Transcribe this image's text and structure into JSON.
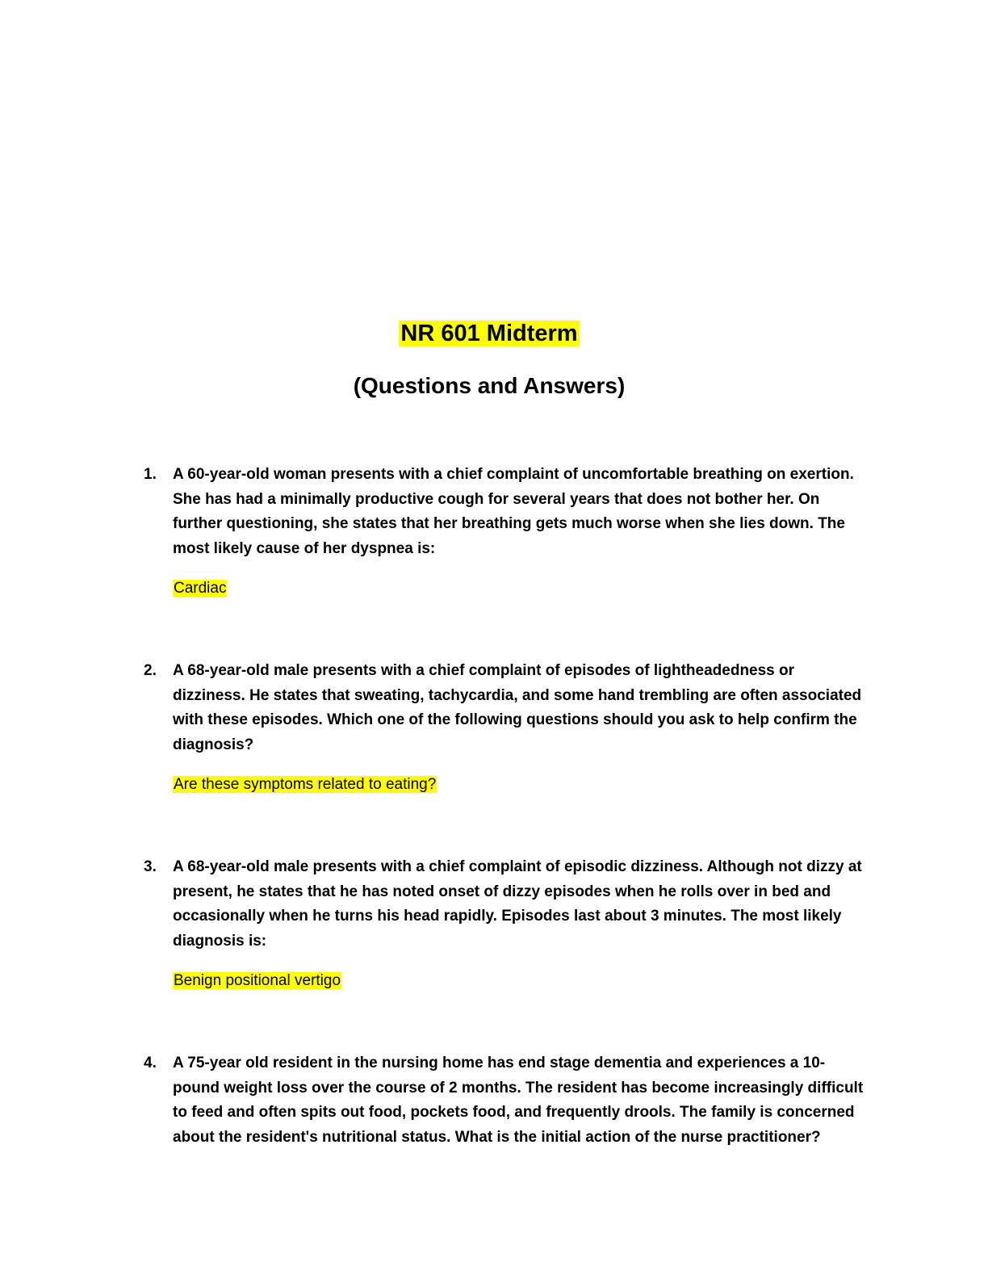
{
  "document": {
    "title": "NR 601 Midterm",
    "subtitle": "(Questions and Answers)"
  },
  "questions": [
    {
      "number": "1.",
      "text": "A 60-year-old woman presents with a chief complaint of uncomfortable breathing on exertion. She has had a minimally productive cough for several years that does not bother her. On further questioning, she states that her breathing gets much worse when she lies down. The most likely cause of her dyspnea is:",
      "answer": "Cardiac"
    },
    {
      "number": "2.",
      "text": "A 68-year-old male presents with a chief complaint of episodes of lightheadedness or dizziness. He states that sweating, tachycardia, and some hand trembling are often associated with these episodes. Which one of the following questions should you ask to help confirm the diagnosis?",
      "answer": "Are these symptoms related to eating?"
    },
    {
      "number": "3.",
      "text": "A 68-year-old male presents with a chief complaint of episodic dizziness. Although not dizzy at present, he states that he has noted onset of dizzy episodes when he rolls over in bed and occasionally when he turns his head rapidly. Episodes last about 3 minutes. The most likely diagnosis is:",
      "answer": "Benign positional vertigo"
    },
    {
      "number": "4.",
      "text": "A 75-year old resident in the nursing home has end stage dementia and experiences a 10-pound weight loss over the course of 2 months. The resident has become increasingly difficult to feed and often spits out food, pockets food, and frequently drools. The family is concerned about the resident's nutritional status. What is the initial action of the nurse practitioner?",
      "answer": ""
    }
  ],
  "colors": {
    "highlight": "#ffff00",
    "text": "#000000",
    "background": "#ffffff"
  }
}
